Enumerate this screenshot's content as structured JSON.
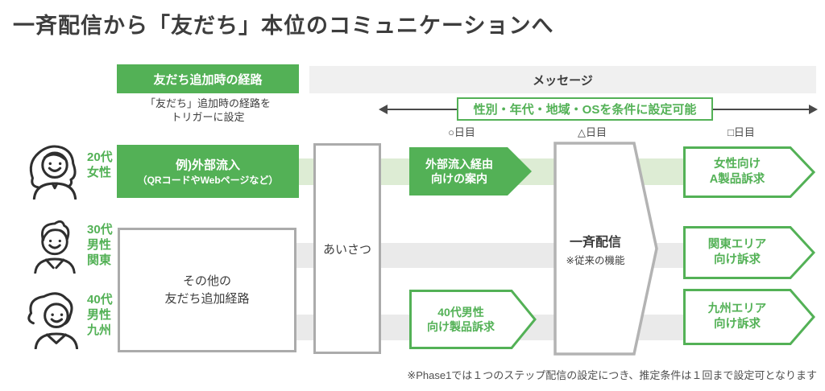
{
  "title": "一斉配信から「友だち」本位のコミュニケーションへ",
  "header": {
    "route_column_title": "友だち追加時の経路",
    "message_column_title": "メッセージ",
    "trigger_note": [
      "「友だち」追加時の経路を",
      "トリガーに設定"
    ],
    "condition_label": "性別・年代・地域・OSを条件に設定可能",
    "day_labels": [
      "○日目",
      "△日目",
      "□日目"
    ]
  },
  "personas": [
    {
      "icon": "woman-20s-icon",
      "lines": [
        "20代",
        "女性"
      ]
    },
    {
      "icon": "man-30s-icon",
      "lines": [
        "30代",
        "男性",
        "関東"
      ]
    },
    {
      "icon": "man-40s-icon",
      "lines": [
        "40代",
        "男性",
        "九州"
      ]
    }
  ],
  "flow": {
    "entry_route": {
      "line1": "例)外部流入",
      "line2": "（QRコードやWebページなど）"
    },
    "other_routes": {
      "line1": "その他の",
      "line2": "友だち追加経路"
    },
    "greeting": "あいさつ",
    "step_messages": [
      {
        "line1": "外部流入経由",
        "line2": "向けの案内"
      },
      {
        "line1": "40代男性",
        "line2": "向け製品訴求"
      }
    ],
    "broadcast": {
      "line1": "一斉配信",
      "line2": "※従来の機能"
    },
    "targeted_messages": [
      {
        "line1": "女性向け",
        "line2": "A製品訴求"
      },
      {
        "line1": "関東エリア",
        "line2": "向け訴求"
      },
      {
        "line1": "九州エリア",
        "line2": "向け訴求"
      }
    ]
  },
  "footnote": "※Phase1では１つのステップ配信の設定につき、推定条件は１回まで設定可となります",
  "colors": {
    "accent_green": "#53b156",
    "light_green_band": "#ddecd4",
    "gray_band": "#eaeaea",
    "box_border_gray": "#ababab"
  }
}
